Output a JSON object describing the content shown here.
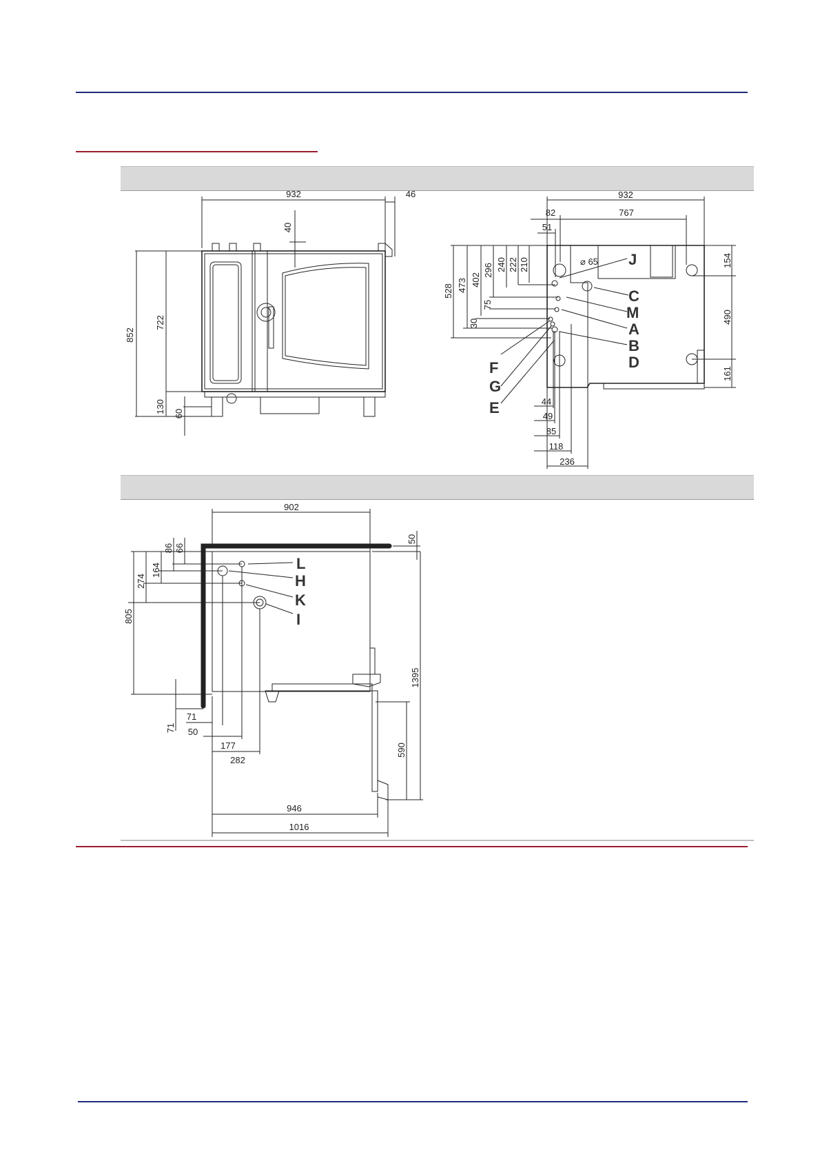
{
  "diagram": {
    "view_front": {
      "dims": {
        "width": "932",
        "overhang": "46",
        "top": "40",
        "height": "852",
        "body_height": "722",
        "feet_zone": "130",
        "foot": "60"
      }
    },
    "view_rear": {
      "dims_top": {
        "width": "932",
        "inner": "767",
        "a": "82",
        "b": "51",
        "pipe": "⌀ 65"
      },
      "dims_left": [
        "528",
        "473",
        "402",
        "296",
        "240",
        "222",
        "210",
        "75",
        "30"
      ],
      "dims_right": [
        "154",
        "490",
        "161"
      ],
      "dims_bottom": [
        "44",
        "49",
        "85",
        "118",
        "236"
      ],
      "labels_right": [
        "J",
        "C",
        "M",
        "A",
        "B",
        "D"
      ],
      "labels_left": [
        "F",
        "G",
        "E"
      ]
    },
    "view_side": {
      "dims_top": {
        "width": "902",
        "a": "86",
        "b": "66",
        "c": "50"
      },
      "dims_left": [
        "164",
        "274",
        "805",
        "71"
      ],
      "dims_right": [
        "1395",
        "590"
      ],
      "dims_bottom": [
        "71",
        "50",
        "177",
        "282",
        "946",
        "1016"
      ],
      "labels": [
        "L",
        "H",
        "K",
        "I"
      ]
    }
  }
}
